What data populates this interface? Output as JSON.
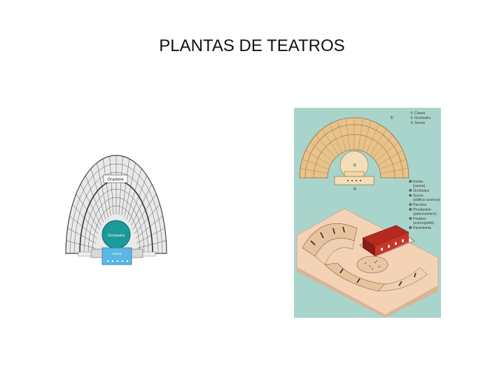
{
  "slide": {
    "title": "PLANTAS DE TEATROS"
  },
  "left_plan": {
    "gradone_label": "Gradone",
    "cavea_center_label": "Orchestra",
    "stage_label": "Scena",
    "colors": {
      "orchestra": "#1a9a9a",
      "stage": "#5ab8e6",
      "line": "#333333"
    }
  },
  "right_plan": {
    "marker_cavea": "①",
    "marker_orchestra": "②",
    "marker_scena": "③",
    "legend_top": [
      "① Cavea",
      "② Orchestra",
      "③ Scena"
    ],
    "legend_bottom": [
      "❶ Koilon",
      "(cavea)",
      "❷ Orchestra",
      "❸ Scene",
      "(edificio scenico)",
      "❹ Parodos",
      "❺ Proskenion",
      "(palcoscenico)",
      "❻ Pinakes",
      "(scenografia)",
      "❼ Paraskenia"
    ],
    "colors": {
      "background": "#a9d4cc",
      "cavea": "#e7c28b",
      "ground": "#f3d2b6",
      "building": "#b42a1e"
    }
  }
}
